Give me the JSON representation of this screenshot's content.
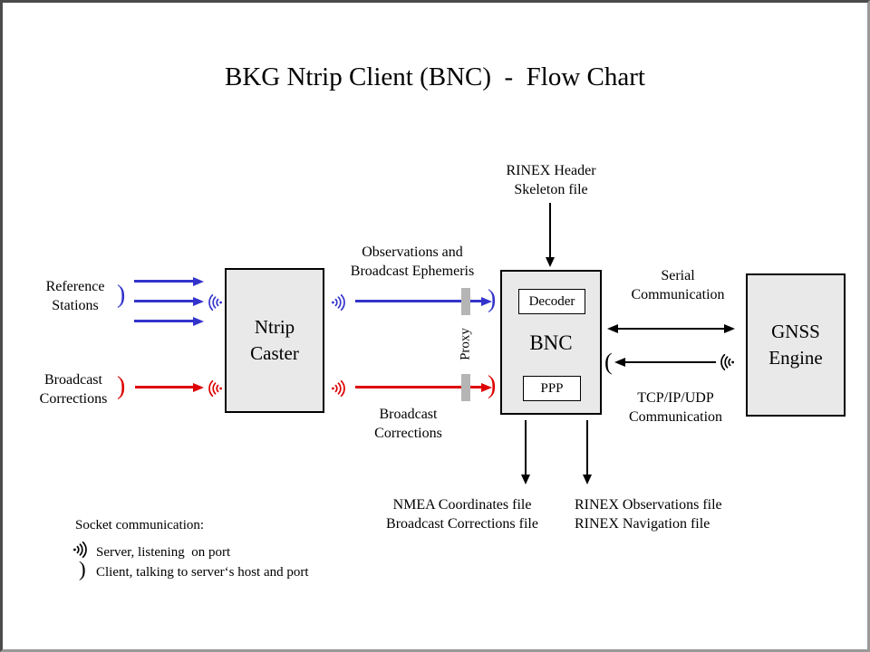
{
  "title": "BKG Ntrip Client (BNC)  -  Flow Chart",
  "left_inputs": {
    "reference_stations": [
      "Reference",
      "Stations"
    ],
    "broadcast_corrections": [
      "Broadcast",
      "Corrections"
    ]
  },
  "nodes": {
    "ntrip_caster": [
      "Ntrip",
      "Caster"
    ],
    "bnc": {
      "label": "BNC",
      "decoder": "Decoder",
      "ppp": "PPP"
    },
    "gnss_engine": [
      "GNSS",
      "Engine"
    ]
  },
  "flows": {
    "observations": [
      "Observations and",
      "Broadcast Ephemeris"
    ],
    "broadcast_corrections": [
      "Broadcast",
      "Corrections"
    ],
    "rinex_header": [
      "RINEX Header",
      "Skeleton file"
    ],
    "serial": [
      "Serial",
      "Communication"
    ],
    "tcp": [
      "TCP/IP/UDP",
      "Communication"
    ],
    "proxy": "Proxy"
  },
  "outputs": {
    "nmea": [
      "NMEA Coordinates file",
      "Broadcast Corrections file"
    ],
    "rinex": [
      "RINEX Observations file",
      "RINEX Navigation file"
    ]
  },
  "legend": {
    "title": "Socket communication:",
    "server": "Server, listening  on port",
    "client": "Client, talking to server‘s host and port"
  },
  "colors": {
    "blue_flow": "#3333cc",
    "red_flow": "#dd0000",
    "node_fill": "#e9e9e9",
    "proxy_bar": "#b5b5b5"
  }
}
